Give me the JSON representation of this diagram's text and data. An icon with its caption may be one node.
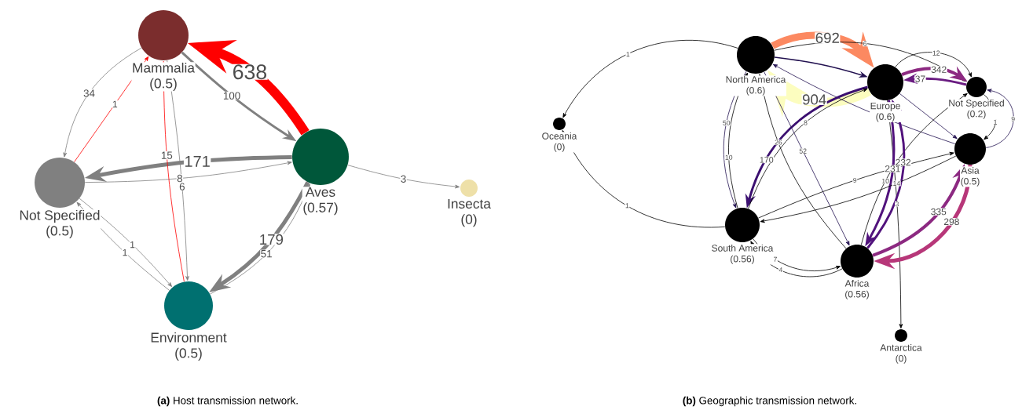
{
  "diagram": {
    "nodes": [
      {
        "text": [
          "Mammalia",
          "(0.5)"
        ]
      },
      {
        "text": [
          "Not Specified",
          "(0.5)"
        ]
      },
      {
        "text": [
          "Aves",
          "(0.57)"
        ]
      },
      {
        "text": [
          "Environment",
          "(0.5)"
        ]
      },
      {
        "text": [
          "Insecta",
          "(0)"
        ]
      },
      {
        "text": [
          "Oceania",
          "(0)"
        ]
      },
      {
        "text": [
          "North America",
          "(0.6)"
        ]
      },
      {
        "text": [
          "Europe",
          "(0.6)"
        ]
      },
      {
        "text": [
          "Not Specified",
          "(0.2)"
        ]
      },
      {
        "text": [
          "Asia",
          "(0.5)"
        ]
      },
      {
        "text": [
          "South America",
          "(0.56)"
        ]
      },
      {
        "text": [
          "Africa",
          "(0.56)"
        ]
      },
      {
        "text": [
          "Antarctica",
          "(0)"
        ]
      }
    ],
    "edges": [
      {
        "from": 2,
        "to": 0,
        "arrow": "to",
        "label": "638",
        "style": "thick",
        "color": "#ff0000"
      },
      {
        "from": 0,
        "to": 2,
        "arrow": "to",
        "label": "100",
        "style": "thick",
        "color": "#808080"
      },
      {
        "from": 0,
        "to": 1,
        "arrow": "to",
        "label": "34",
        "color": "#808080"
      },
      {
        "from": 1,
        "to": 0,
        "arrow": "to",
        "label": "1",
        "color": "#ff0000"
      },
      {
        "from": 2,
        "to": 1,
        "arrow": "to",
        "label": "171",
        "style": "thick",
        "color": "#808080"
      },
      {
        "from": 1,
        "to": 2,
        "arrow": "to",
        "label": "8",
        "color": "#808080"
      },
      {
        "from": 3,
        "to": 0,
        "arrow": "to",
        "label": "15",
        "color": "#ff0000"
      },
      {
        "from": 0,
        "to": 3,
        "arrow": "to",
        "label": "6",
        "color": "#808080"
      },
      {
        "from": 2,
        "to": 3,
        "arrow": "to",
        "label": "179",
        "style": "thick",
        "color": "#808080"
      },
      {
        "from": 3,
        "to": 2,
        "arrow": "to",
        "label": "51",
        "color": "#808080"
      },
      {
        "from": 2,
        "to": 4,
        "arrow": "to",
        "label": "3",
        "color": "#808080"
      },
      {
        "from": 3,
        "to": 1,
        "arrow": "to",
        "label": "1",
        "color": "#808080"
      },
      {
        "from": 1,
        "to": 3,
        "arrow": "to",
        "label": "1",
        "color": "#808080"
      },
      {
        "from": 6,
        "to": 7,
        "arrow": "to",
        "label": "692",
        "style": "thick",
        "color": "#fc8961"
      },
      {
        "from": 7,
        "to": 6,
        "arrow": "to",
        "label": "904",
        "style": "thick",
        "color": "#fcfdbf"
      },
      {
        "from": 6,
        "to": 7,
        "arrow": "to",
        "color": "#221150"
      },
      {
        "from": 7,
        "to": 9,
        "arrow": "to",
        "color": "#221150"
      },
      {
        "from": 9,
        "to": 6,
        "arrow": "to",
        "color": "#221150"
      },
      {
        "from": 6,
        "to": 5,
        "arrow": "to",
        "label": "1"
      },
      {
        "from": 10,
        "to": 5,
        "arrow": "to",
        "label": "1"
      },
      {
        "from": 6,
        "to": 8,
        "arrow": "to",
        "label": "6"
      },
      {
        "from": 7,
        "to": 8,
        "arrow": "to",
        "label": "12"
      },
      {
        "from": 7,
        "to": 8,
        "arrow": "to",
        "label": "342",
        "style": "thick",
        "color": "#8c2981"
      },
      {
        "from": 8,
        "to": 7,
        "arrow": "to",
        "label": "37",
        "style": "thick",
        "color": "#6a1c81"
      },
      {
        "from": 9,
        "to": 8,
        "arrow": "to",
        "label": "9",
        "color": "#221150"
      },
      {
        "from": 8,
        "to": 9,
        "arrow": "to",
        "label": "1"
      },
      {
        "from": 7,
        "to": 10,
        "arrow": "to",
        "label": "170",
        "style": "thick",
        "color": "#3b0f70"
      },
      {
        "from": 10,
        "to": 7,
        "arrow": "to",
        "label": "8"
      },
      {
        "from": 6,
        "to": 10,
        "arrow": "to",
        "label": "50",
        "color": "#221150"
      },
      {
        "from": 10,
        "to": 6,
        "arrow": "to",
        "label": "10"
      },
      {
        "from": 6,
        "to": 11,
        "arrow": "to",
        "label": "52",
        "color": "#221150"
      },
      {
        "from": 11,
        "to": 6,
        "arrow": "to",
        "label": "26"
      },
      {
        "from": 11,
        "to": 8,
        "arrow": "to",
        "label": "10"
      },
      {
        "from": 7,
        "to": 12,
        "arrow": "to",
        "label": "3"
      },
      {
        "from": 7,
        "to": 11,
        "arrow": "to",
        "label": "231",
        "style": "thick",
        "color": "#51127c"
      },
      {
        "from": 11,
        "to": 7,
        "arrow": "to",
        "label": "232",
        "style": "thick",
        "color": "#51127c"
      },
      {
        "from": 10,
        "to": 9,
        "arrow": "to",
        "label": "9"
      },
      {
        "from": 9,
        "to": 10,
        "arrow": "to",
        "label": "14"
      },
      {
        "from": 9,
        "to": 11,
        "arrow": "to",
        "label": "298",
        "style": "thick",
        "color": "#b73779"
      },
      {
        "from": 11,
        "to": 9,
        "arrow": "to",
        "label": "335",
        "style": "thick",
        "color": "#8c2981"
      },
      {
        "from": 10,
        "to": 11,
        "arrow": "to",
        "label": "7"
      },
      {
        "from": 11,
        "to": 10,
        "arrow": "to",
        "label": "4"
      }
    ],
    "labels": [
      "**(a)** Host transmission network.",
      "**(b)** Geographic transmission network."
    ]
  }
}
